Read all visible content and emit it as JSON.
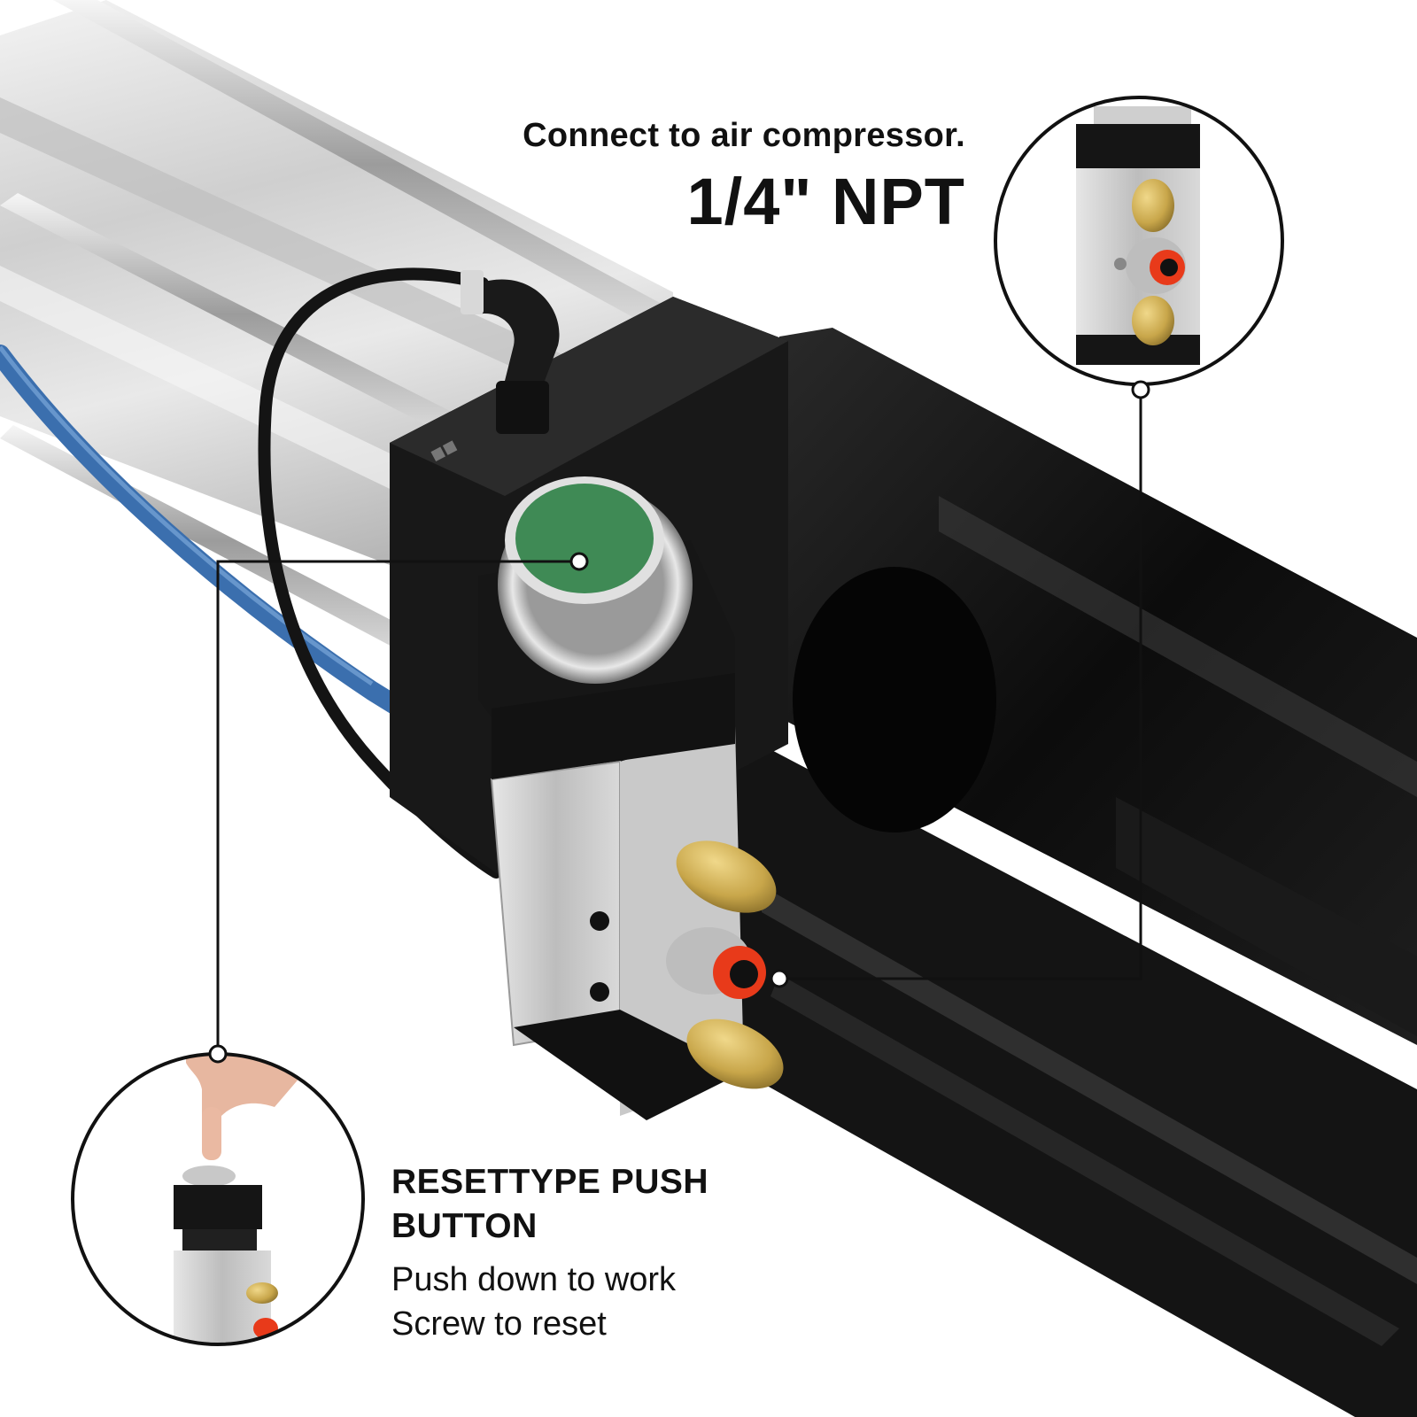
{
  "callouts": {
    "air_inlet": {
      "line1": "Connect to air compressor.",
      "line2": "1/4\" NPT"
    },
    "push_button": {
      "title": "RESETTYPE PUSH BUTTON",
      "desc1": "Push down to work",
      "desc2": "Screw to reset"
    }
  },
  "colors": {
    "button_green": "#3f8a55",
    "fitting_red": "#e83a1a",
    "brass": "#c8a64a",
    "hose_blue": "#3b6fae",
    "frame_black": "#121212",
    "cylinder_silver": "#d6d6d6"
  }
}
